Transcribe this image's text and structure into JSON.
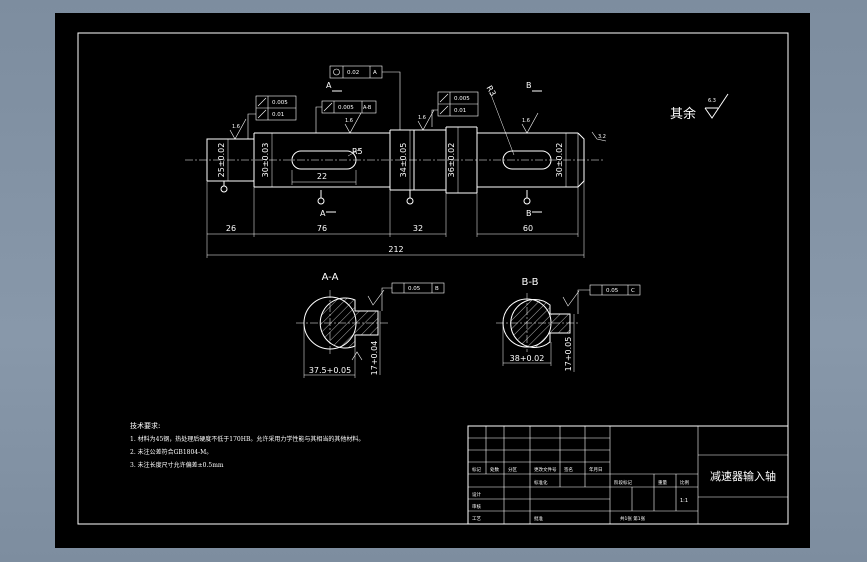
{
  "colors": {
    "background": "#7d8d9f",
    "sheet": "#000000",
    "lines": "#ffffff"
  },
  "dims": {
    "d_left": "25±0.02",
    "d_bearing1": "30±0.03",
    "d_collar": "34±0.05",
    "d_gear": "36±0.02",
    "d_bearing2": "30±0.02",
    "key1": "22",
    "radius1": "R5",
    "radius2": "R3",
    "l_26": "26",
    "l_76": "76",
    "l_32": "32",
    "l_60": "60",
    "l_total": "212"
  },
  "tolerance_frames": {
    "top": {
      "value": "0.02",
      "datum": "A"
    },
    "f_left_1": {
      "value": "0.005"
    },
    "f_left_2": {
      "value": "0.01"
    },
    "f_mid": {
      "value": "0.005",
      "datum": "A-B"
    },
    "f_right_1": {
      "value": "0.005"
    },
    "f_right_2": {
      "value": "0.01"
    },
    "sec_a": {
      "value": "0.05",
      "datum": "B"
    },
    "sec_b": {
      "value": "0.05",
      "datum": "C"
    }
  },
  "labels": {
    "A": "A",
    "B": "B"
  },
  "roughness": {
    "remaining_label": "其余",
    "remaining_value": "6.3",
    "r1": "1.6",
    "r2": "1.6",
    "r3": "1.6",
    "r4": "1.6",
    "r5": "3.2"
  },
  "sections": {
    "a": {
      "title": "A-A",
      "width": "37.5+0.05",
      "depth": "17+0.04"
    },
    "b": {
      "title": "B-B",
      "width": "38+0.02",
      "depth": "17+0.05"
    }
  },
  "notes": {
    "heading": "技术要求:",
    "items": [
      "1. 材料为45钢，热处理后硬度不低于170HB。允许采用力学性能与其相当的其他材料。",
      "2. 未注公差符合GB1804-M。",
      "3. 未注长度尺寸允许偏差±0.5mm"
    ]
  },
  "title_block": {
    "part_name": "减速器输入轴",
    "row_labels": [
      "标记",
      "处数",
      "分区",
      "更改文件号",
      "签名",
      "年月日"
    ],
    "design_labels": [
      "设计",
      "标准化"
    ],
    "review_labels": [
      "审核"
    ],
    "process_labels": [
      "工艺",
      "批准"
    ],
    "stage_labels": [
      "阶段标记",
      "重量",
      "比例"
    ],
    "scale": "1:1",
    "sheet_info": "共1张 第1张"
  }
}
